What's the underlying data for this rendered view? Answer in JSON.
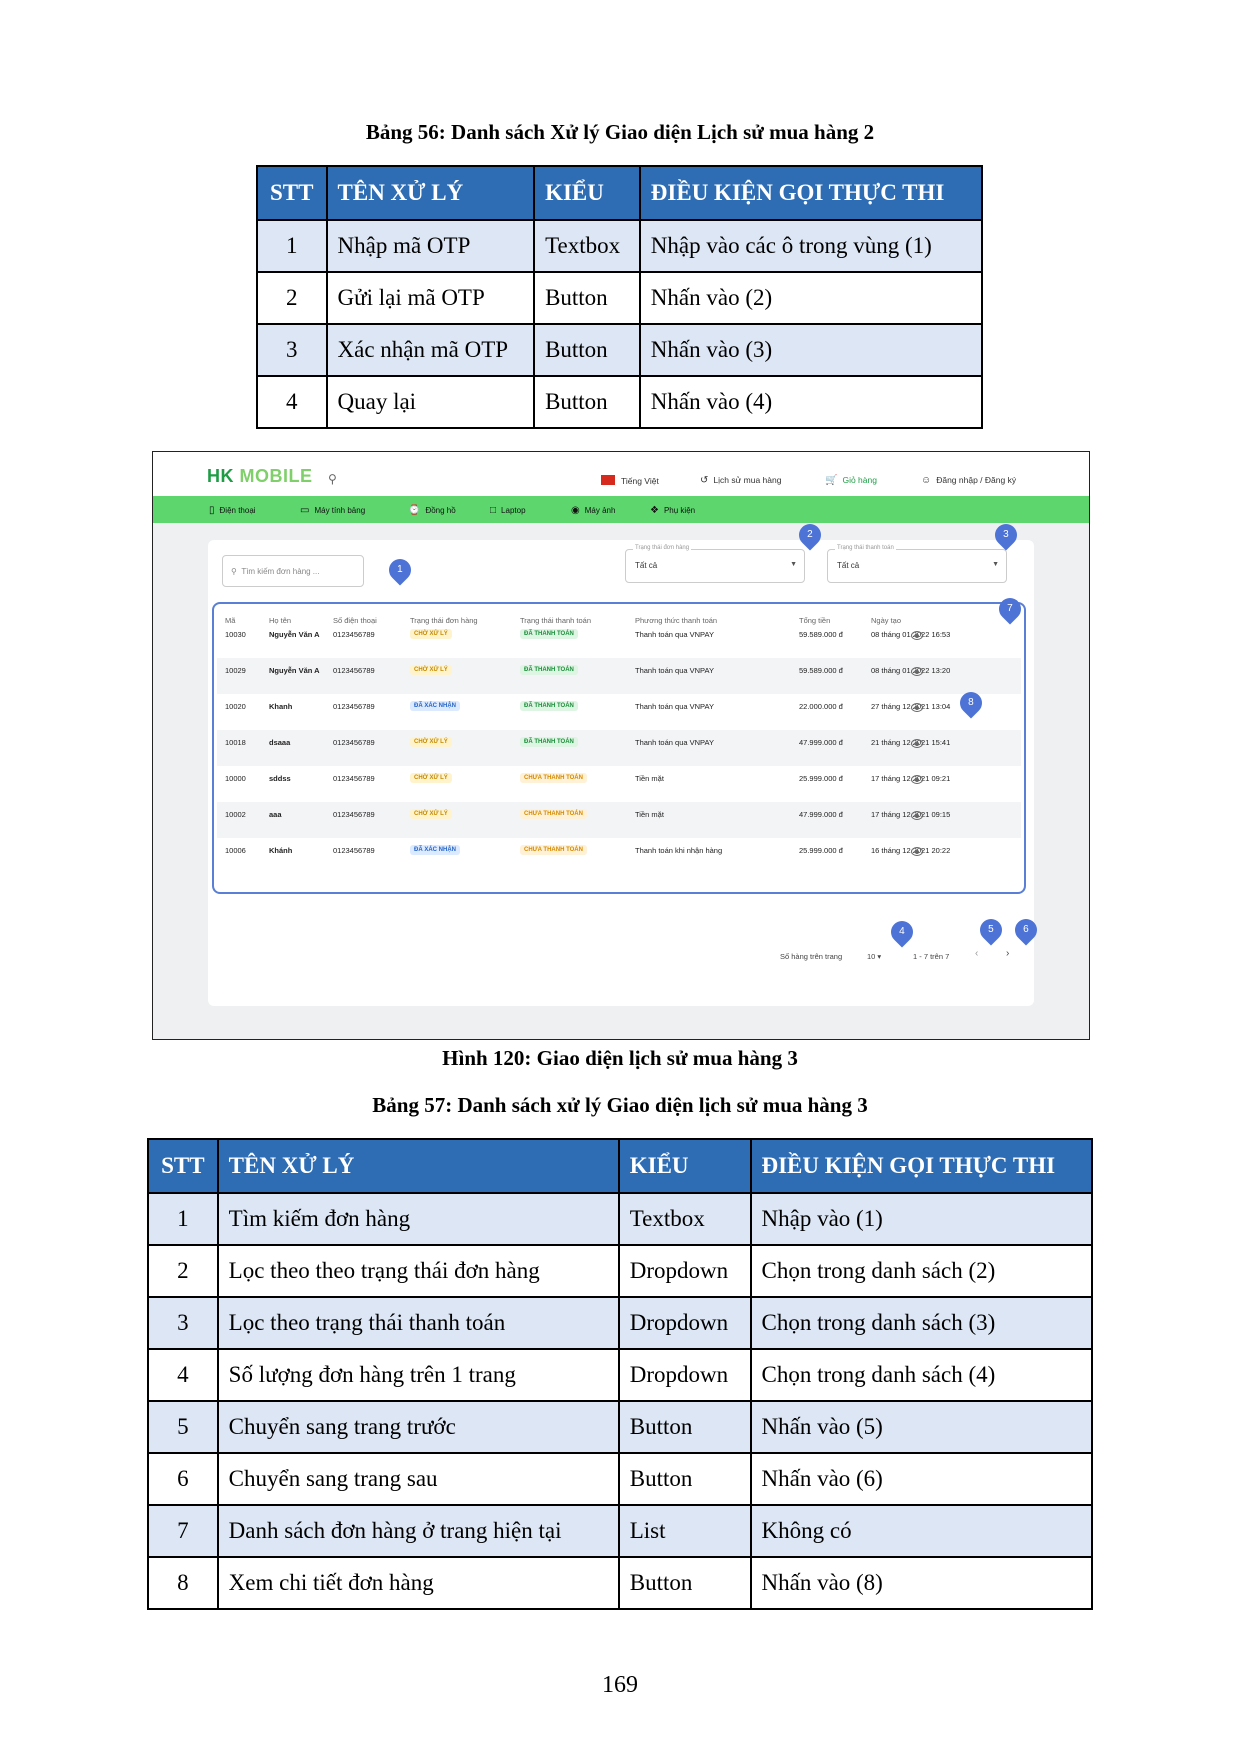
{
  "table56": {
    "caption": "Bảng 56: Danh sách Xử lý Giao diện Lịch sử mua hàng 2",
    "headers": [
      "STT",
      "TÊN XỬ LÝ",
      "KIỂU",
      "ĐIỀU KIỆN GỌI THỰC THI"
    ],
    "rows": [
      [
        "1",
        "Nhập mã OTP",
        "Textbox",
        "Nhập vào các ô trong vùng (1)"
      ],
      [
        "2",
        "Gửi lại mã OTP",
        "Button",
        "Nhấn vào (2)"
      ],
      [
        "3",
        "Xác nhận mã OTP",
        "Button",
        "Nhấn vào (3)"
      ],
      [
        "4",
        "Quay lại",
        "Button",
        "Nhấn vào (4)"
      ]
    ]
  },
  "figure": {
    "caption": "Hình 120: Giao diện lịch sử mua hàng 3",
    "logo_hk": "HK",
    "logo_rest": "MOBILE",
    "top_links": [
      "Tiếng Việt",
      "Lịch sử mua hàng",
      "Giỏ hàng",
      "Đăng nhập / Đăng ký"
    ],
    "categories": [
      "Điện thoại",
      "Máy tính bảng",
      "Đồng hồ",
      "Laptop",
      "Máy ảnh",
      "Phụ kiện"
    ],
    "search_placeholder": "Tìm kiếm đơn hàng ...",
    "filter_order_label": "Trạng thái đơn hàng",
    "filter_order_value": "Tất cả",
    "filter_pay_label": "Trạng thái thanh toán",
    "filter_pay_value": "Tất cả",
    "columns": [
      "Mã",
      "Họ tên",
      "Số điện thoại",
      "Trạng thái đơn hàng",
      "Trạng thái thanh toán",
      "Phương thức thanh toán",
      "Tổng tiền",
      "Ngày tạo"
    ],
    "orders": [
      [
        "10030",
        "Nguyễn Văn A",
        "0123456789",
        "CHỜ XỬ LÝ",
        "ĐÃ THANH TOÁN",
        "Thanh toán qua VNPAY",
        "59.589.000 đ",
        "08 tháng 01 2022 16:53"
      ],
      [
        "10029",
        "Nguyễn Văn A",
        "0123456789",
        "CHỜ XỬ LÝ",
        "ĐÃ THANH TOÁN",
        "Thanh toán qua VNPAY",
        "59.589.000 đ",
        "08 tháng 01 2022 13:20"
      ],
      [
        "10020",
        "Khanh",
        "0123456789",
        "ĐÃ XÁC NHẬN",
        "ĐÃ THANH TOÁN",
        "Thanh toán qua VNPAY",
        "22.000.000 đ",
        "27 tháng 12 2021 13:04"
      ],
      [
        "10018",
        "dsaaa",
        "0123456789",
        "CHỜ XỬ LÝ",
        "ĐÃ THANH TOÁN",
        "Thanh toán qua VNPAY",
        "47.999.000 đ",
        "21 tháng 12 2021 15:41"
      ],
      [
        "10000",
        "sddss",
        "0123456789",
        "CHỜ XỬ LÝ",
        "CHƯA THANH TOÁN",
        "Tiền mặt",
        "25.999.000 đ",
        "17 tháng 12 2021 09:21"
      ],
      [
        "10002",
        "aaa",
        "0123456789",
        "CHỜ XỬ LÝ",
        "CHƯA THANH TOÁN",
        "Tiền mặt",
        "47.999.000 đ",
        "17 tháng 12 2021 09:15"
      ],
      [
        "10006",
        "Khánh",
        "0123456789",
        "ĐÃ XÁC NHẬN",
        "CHƯA THANH TOÁN",
        "Thanh toán khi nhận hàng",
        "25.999.000 đ",
        "16 tháng 12 2021 20:22"
      ]
    ],
    "rows_per_page_label": "Số hàng trên trang",
    "rows_per_page_value": "10",
    "page_range": "1 - 7 trên 7",
    "markers": [
      "1",
      "2",
      "3",
      "4",
      "5",
      "6",
      "7",
      "8"
    ]
  },
  "table57": {
    "caption": "Bảng 57: Danh sách xử lý Giao diện lịch sử mua hàng 3",
    "headers": [
      "STT",
      "TÊN XỬ LÝ",
      "KIỂU",
      "ĐIỀU KIỆN GỌI THỰC THI"
    ],
    "rows": [
      [
        "1",
        "Tìm kiếm đơn hàng",
        "Textbox",
        "Nhập vào (1)"
      ],
      [
        "2",
        "Lọc theo theo trạng thái đơn hàng",
        "Dropdown",
        "Chọn trong danh sách (2)"
      ],
      [
        "3",
        "Lọc theo trạng thái thanh toán",
        "Dropdown",
        "Chọn trong danh sách (3)"
      ],
      [
        "4",
        "Số lượng đơn hàng trên 1 trang",
        "Dropdown",
        "Chọn trong danh sách (4)"
      ],
      [
        "5",
        "Chuyển sang trang trước",
        "Button",
        "Nhấn vào (5)"
      ],
      [
        "6",
        "Chuyển sang trang sau",
        "Button",
        "Nhấn vào (6)"
      ],
      [
        "7",
        "Danh sách đơn hàng ở trang hiện tại",
        "List",
        "Không có"
      ],
      [
        "8",
        "Xem chi tiết đơn hàng",
        "Button",
        "Nhấn vào (8)"
      ]
    ]
  },
  "page_number": "169",
  "colors": {
    "table_header": "#2e6db4",
    "table_alt_row": "#dce6f4",
    "brand_green": "#1f9d46",
    "category_bar": "#5cd66d",
    "marker": "#4e73d6"
  }
}
